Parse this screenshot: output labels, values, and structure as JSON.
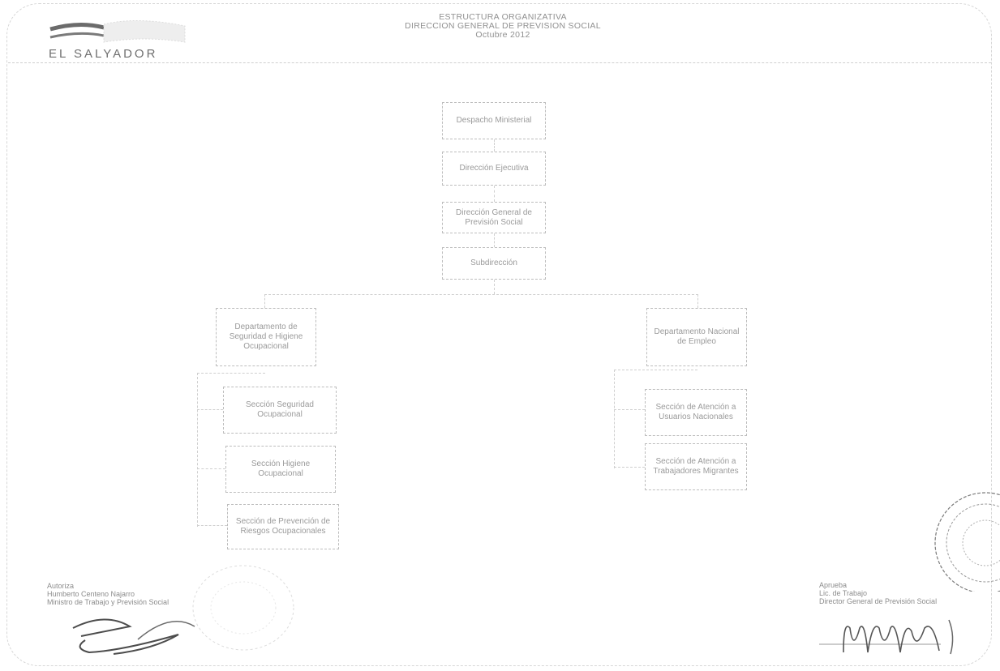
{
  "header": {
    "title_line1": "ESTRUCTURA ORGANIZATIVA",
    "title_line2": "DIRECCION GENERAL DE PREVISION SOCIAL",
    "title_line3": "Octubre 2012",
    "logo_text": "EL SALYADOR"
  },
  "org": {
    "despacho": "Despacho Ministerial",
    "ejecutiva": "Dirección Ejecutiva",
    "direccion": "Dirección General de Previsión Social",
    "subdireccion": "Subdirección",
    "dept_left": "Departamento de Seguridad e Higiene Ocupacional",
    "dept_right": "Departamento Nacional de Empleo",
    "left_sections": [
      "Sección Seguridad Ocupacional",
      "Sección Higiene Ocupacional",
      "Sección de Prevención de Riesgos Ocupacionales"
    ],
    "right_sections": [
      "Sección de Atención a Usuarios Nacionales",
      "Sección de Atención a Trabajadores Migrantes"
    ]
  },
  "signatures": {
    "left_label": "Autoriza",
    "left_name": "Humberto Centeno Najarro",
    "left_title": "Ministro de Trabajo y Previsión Social",
    "right_label": "Aprueba",
    "right_name": "Lic. de Trabajo",
    "right_title": "Director General de Previsión Social"
  },
  "icons": {
    "logo": "flag-logo-icon",
    "stamp": "seal-stamp-icon"
  },
  "colors": {
    "line": "#cfcfcf",
    "text": "#9a9a9a"
  }
}
